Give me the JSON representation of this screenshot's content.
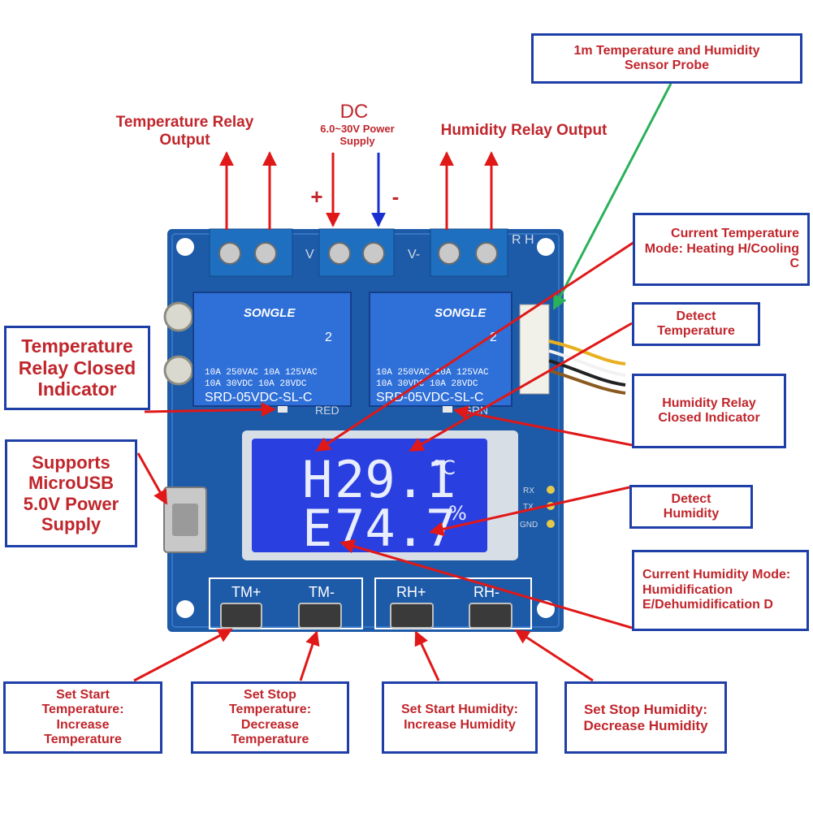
{
  "top_labels": {
    "temp_relay_output": "Temperature Relay Output",
    "dc": "DC",
    "power_supply": "6.0~30V Power Supply",
    "plus": "+",
    "minus": "-",
    "humidity_relay_output": "Humidity Relay Output"
  },
  "callouts": {
    "sensor_probe": "1m Temperature and Humidity Sensor Probe",
    "temp_mode": "Current Temperature Mode: Heating H/Cooling C",
    "detect_temperature": "Detect Temperature",
    "humidity_relay_indicator": "Humidity Relay Closed Indicator",
    "detect_humidity": "Detect Humidity",
    "humidity_mode": "Current Humidity Mode: Humidification E/Dehumidification D",
    "temp_relay_indicator": "Temperature Relay Closed Indicator",
    "microusb": "Supports MicroUSB 5.0V Power Supply"
  },
  "bottom_callouts": {
    "set_start_temp": "Set Start Temperature: Increase Temperature",
    "set_stop_temp": "Set Stop Temperature: Decrease Temperature",
    "set_start_humidity": "Set Start Humidity: Increase Humidity",
    "set_stop_humidity": "Set Stop Humidity: Decrease Humidity"
  },
  "board": {
    "relay_brand": "SONGLE",
    "relay_rating_1": "10A 250VAC  10A 125VAC",
    "relay_rating_2": "10A  30VDC  10A  28VDC",
    "relay_model": "SRD-05VDC-SL-C",
    "relay_cert": "2",
    "label_v_left": "V",
    "label_v_right": "V-",
    "label_rh": "R H",
    "label_red": "RED",
    "label_grn": "GRN",
    "pin_rx": "RX",
    "pin_tx": "TX",
    "pin_gnd": "GND",
    "btn_tm_plus": "TM+",
    "btn_tm_minus": "TM-",
    "btn_rh_plus": "RH+",
    "btn_rh_minus": "RH-"
  },
  "display": {
    "temp_mode": "H",
    "temp_value": "29.1",
    "temp_unit": "°C",
    "hum_mode": "E",
    "hum_value": "74.7",
    "hum_unit": "%"
  },
  "colors": {
    "label_red": "#c0262c",
    "box_border": "#1f3fa8",
    "pcb": "#1d5aa8",
    "terminal": "#1e6fc0",
    "lcd": "#2a3fe0",
    "arrow_red": "#e01818",
    "arrow_blue": "#1a2fd0",
    "arrow_green": "#2bb15a"
  }
}
